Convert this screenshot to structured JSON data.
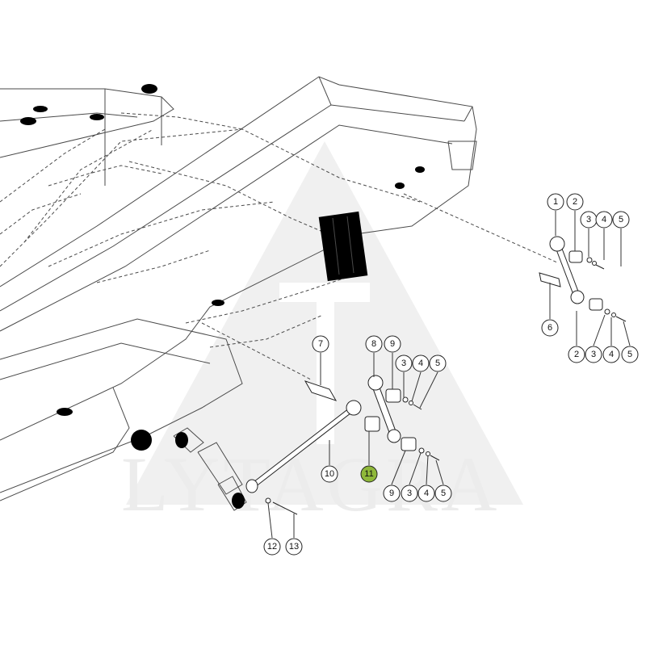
{
  "watermark": {
    "text": "LYTAGRA"
  },
  "colors": {
    "highlight": "#8fb83a",
    "line": "#222222",
    "frame": "#4a4a4a"
  },
  "callouts": [
    {
      "label": "1"
    },
    {
      "label": "2"
    },
    {
      "label": "3"
    },
    {
      "label": "4"
    },
    {
      "label": "5"
    },
    {
      "label": "6"
    },
    {
      "label": "2"
    },
    {
      "label": "3"
    },
    {
      "label": "4"
    },
    {
      "label": "5"
    },
    {
      "label": "7"
    },
    {
      "label": "8"
    },
    {
      "label": "9"
    },
    {
      "label": "3"
    },
    {
      "label": "4"
    },
    {
      "label": "5"
    },
    {
      "label": "10"
    },
    {
      "label": "11",
      "highlighted": true
    },
    {
      "label": "9"
    },
    {
      "label": "3"
    },
    {
      "label": "4"
    },
    {
      "label": "5"
    },
    {
      "label": "12"
    },
    {
      "label": "13"
    }
  ]
}
